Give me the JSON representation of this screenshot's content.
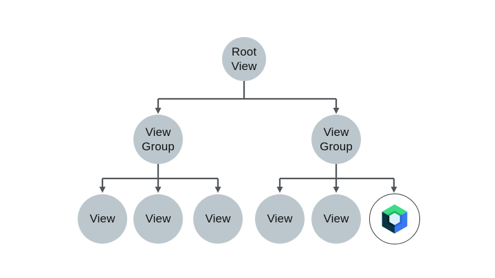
{
  "colors": {
    "background": "#ffffff",
    "node_fill": "#bcc7cd",
    "connector": "#53575b",
    "label_text": "#111111",
    "logo_ring": "#35393c",
    "logo_green": "#3ddc84",
    "logo_green_dark": "#1eb264",
    "logo_blue": "#3a7af0",
    "logo_blue_dark": "#2a62d9",
    "logo_navy": "#0a3444",
    "logo_navy_dark": "#05202c",
    "logo_center": "#d9f1fd"
  },
  "diagram": {
    "nodes": {
      "root": {
        "label": "Root View"
      },
      "left_group": {
        "label": "View Group"
      },
      "right_group": {
        "label": "View Group"
      },
      "left_children": [
        {
          "label": "View"
        },
        {
          "label": "View"
        },
        {
          "label": "View"
        }
      ],
      "right_children": [
        {
          "label": "View"
        },
        {
          "label": "View"
        }
      ],
      "compose": {
        "icon": "jetpack-compose-logo"
      }
    }
  }
}
